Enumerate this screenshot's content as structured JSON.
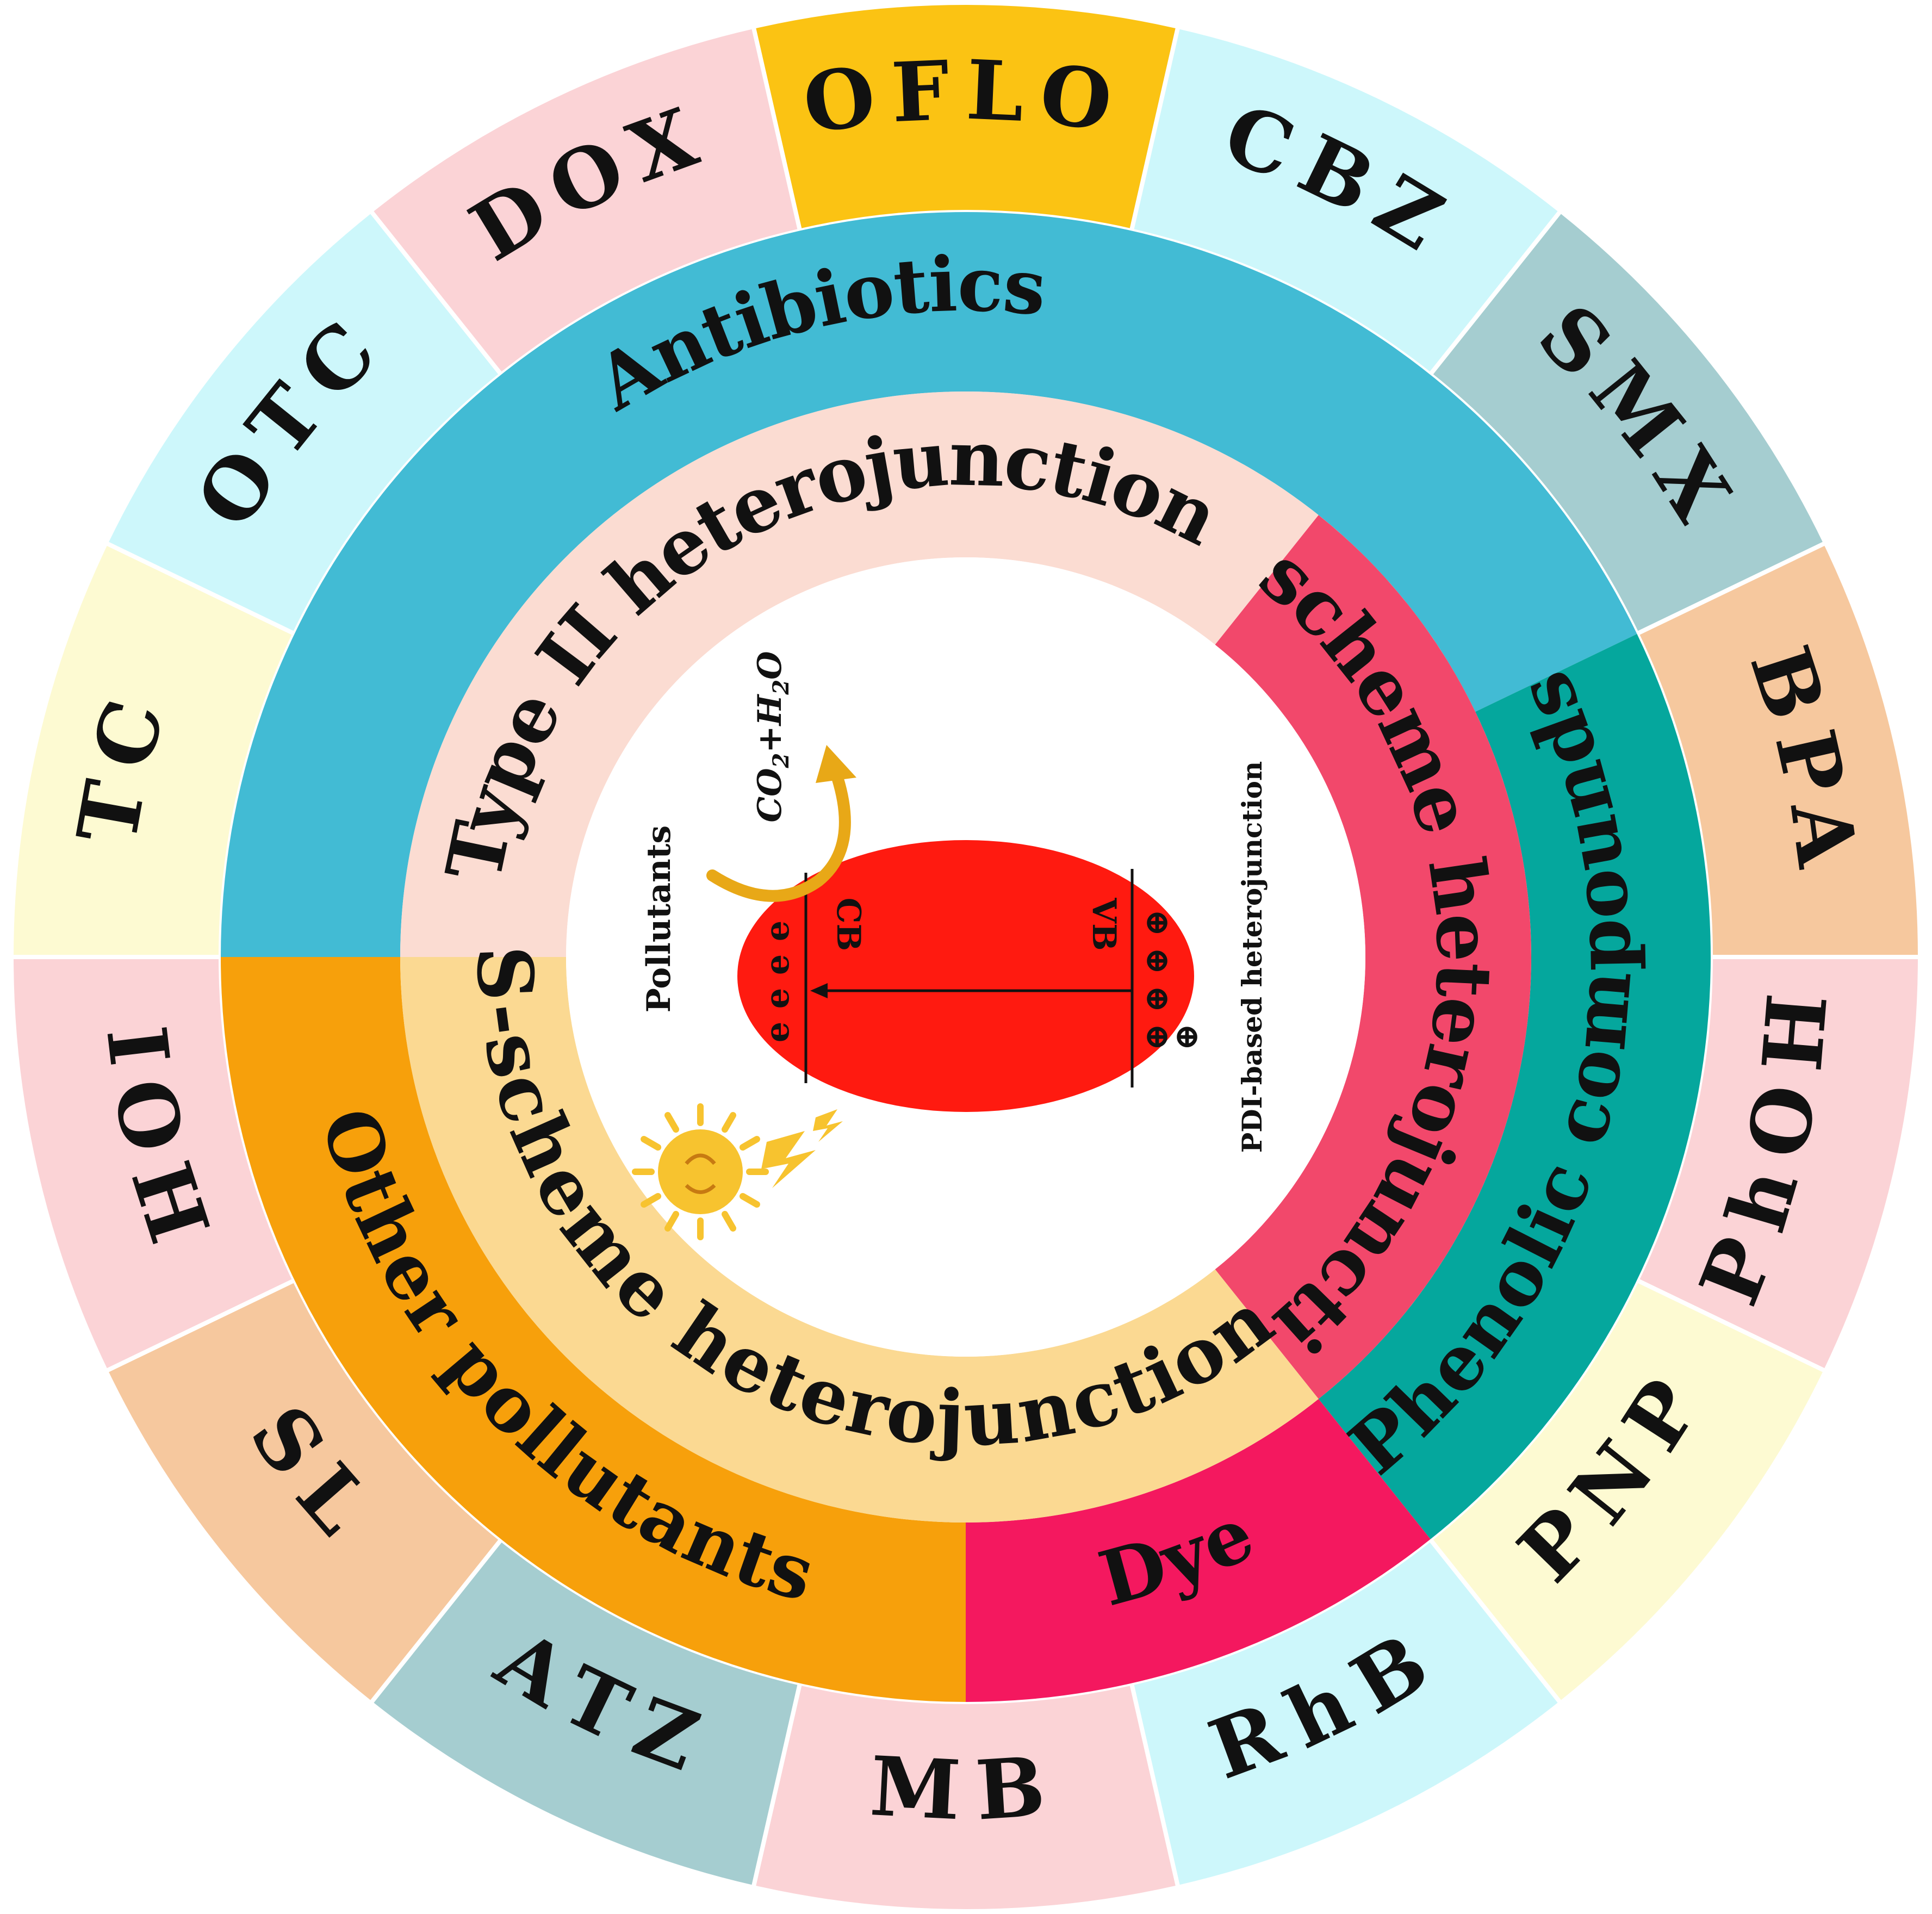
{
  "colors": {
    "outer_sep": "#ffffff",
    "center": "#ffffff",
    "ellipse": "#ff1a10",
    "sun": "#f7c32f",
    "arrow": "#e8a817",
    "text": "#111111"
  },
  "outer_ring": [
    {
      "label": "OFLO",
      "color": "#fbc313"
    },
    {
      "label": "CBZ",
      "color": "#cdf7fb"
    },
    {
      "label": "SMX",
      "color": "#a5cdd0"
    },
    {
      "label": "BPA",
      "color": "#f6c89e"
    },
    {
      "label": "PhOH",
      "color": "#fbd3d6"
    },
    {
      "label": "PNP",
      "color": "#fdfad2"
    },
    {
      "label": "RhB",
      "color": "#cdf7fb"
    },
    {
      "label": "MB",
      "color": "#fbd3d6"
    },
    {
      "label": "ATZ",
      "color": "#a5cdd0"
    },
    {
      "label": "SL",
      "color": "#f6c89e"
    },
    {
      "label": "IOH",
      "color": "#fbd3d6"
    },
    {
      "label": "TC",
      "color": "#fdfad2"
    },
    {
      "label": "OTC",
      "color": "#cdf7fb"
    },
    {
      "label": "DOX",
      "color": "#fbd3d6"
    }
  ],
  "middle_ring": [
    {
      "label": "Antibiotics",
      "color": "#42bbd4"
    },
    {
      "label": "Phenolic compounds",
      "color": "#05a79d"
    },
    {
      "label": "Dye",
      "color": "#f4185f"
    },
    {
      "label": "Other pollutants",
      "color": "#f7a00b"
    }
  ],
  "inner_ring": [
    {
      "label": "Type II heterojunction",
      "color": "#fbdcd2"
    },
    {
      "label": "Z-scheme heterojunction",
      "color": "#f2486b"
    },
    {
      "label": "S-scheme heterojunction",
      "color": "#fbd992"
    }
  ],
  "center": {
    "cb_label": "CB",
    "vb_label": "VB",
    "electron": "e",
    "hole": "⊕",
    "pollutants_label": "Pollutants",
    "product_main": "CO",
    "product_sub": "2",
    "product_plus": "+H",
    "product_sub2": "2",
    "product_o": "O",
    "pdi_label": "PDI-based heterojunction"
  }
}
